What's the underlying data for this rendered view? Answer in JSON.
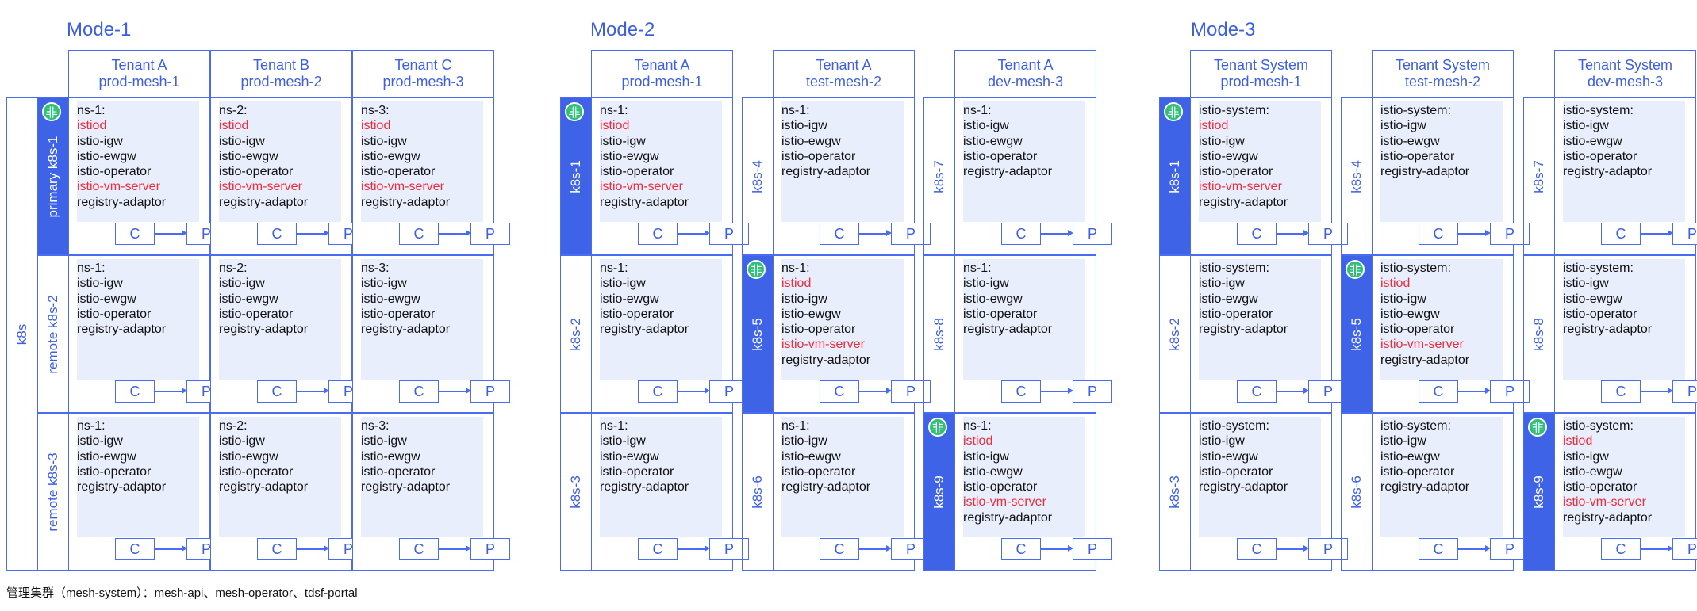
{
  "footer": "管理集群（mesh-system）：mesh-api、mesh-operator、tdsf-portal",
  "modes": [
    {
      "title": "Mode-1",
      "outer_label": "k8s",
      "headers": [
        {
          "l1": "Tenant A",
          "l2": "prod-mesh-1"
        },
        {
          "l1": "Tenant B",
          "l2": "prod-mesh-2"
        },
        {
          "l1": "Tenant C",
          "l2": "prod-mesh-3"
        }
      ],
      "rows": [
        {
          "label": "primary k8s-1",
          "filled": true,
          "badge": "⾮"
        },
        {
          "label": "remote k8s-2",
          "filled": false
        },
        {
          "label": "remote k8s-3",
          "filled": false
        }
      ],
      "cells": [
        [
          {
            "lines": [
              {
                "t": "ns-1:"
              },
              {
                "t": "istiod",
                "red": true
              },
              {
                "t": "istio-igw"
              },
              {
                "t": "istio-ewgw"
              },
              {
                "t": "istio-operator"
              },
              {
                "t": "istio-vm-server",
                "red": true
              },
              {
                "t": "registry-adaptor"
              }
            ]
          },
          {
            "lines": [
              {
                "t": "ns-2:"
              },
              {
                "t": "istiod",
                "red": true
              },
              {
                "t": "istio-igw"
              },
              {
                "t": "istio-ewgw"
              },
              {
                "t": "istio-operator"
              },
              {
                "t": "istio-vm-server",
                "red": true
              },
              {
                "t": "registry-adaptor"
              }
            ]
          },
          {
            "lines": [
              {
                "t": "ns-3:"
              },
              {
                "t": "istiod",
                "red": true
              },
              {
                "t": "istio-igw"
              },
              {
                "t": "istio-ewgw"
              },
              {
                "t": "istio-operator"
              },
              {
                "t": "istio-vm-server",
                "red": true
              },
              {
                "t": "registry-adaptor"
              }
            ]
          }
        ],
        [
          {
            "lines": [
              {
                "t": "ns-1:"
              },
              {
                "t": "istio-igw"
              },
              {
                "t": "istio-ewgw"
              },
              {
                "t": "istio-operator"
              },
              {
                "t": "registry-adaptor"
              }
            ]
          },
          {
            "lines": [
              {
                "t": "ns-2:"
              },
              {
                "t": "istio-igw"
              },
              {
                "t": "istio-ewgw"
              },
              {
                "t": "istio-operator"
              },
              {
                "t": "registry-adaptor"
              }
            ]
          },
          {
            "lines": [
              {
                "t": "ns-3:"
              },
              {
                "t": "istio-igw"
              },
              {
                "t": "istio-ewgw"
              },
              {
                "t": "istio-operator"
              },
              {
                "t": "registry-adaptor"
              }
            ]
          }
        ],
        [
          {
            "lines": [
              {
                "t": "ns-1:"
              },
              {
                "t": "istio-igw"
              },
              {
                "t": "istio-ewgw"
              },
              {
                "t": "istio-operator"
              },
              {
                "t": "registry-adaptor"
              }
            ]
          },
          {
            "lines": [
              {
                "t": "ns-2:"
              },
              {
                "t": "istio-igw"
              },
              {
                "t": "istio-ewgw"
              },
              {
                "t": "istio-operator"
              },
              {
                "t": "registry-adaptor"
              }
            ]
          },
          {
            "lines": [
              {
                "t": "ns-3:"
              },
              {
                "t": "istio-igw"
              },
              {
                "t": "istio-ewgw"
              },
              {
                "t": "istio-operator"
              },
              {
                "t": "registry-adaptor"
              }
            ]
          }
        ]
      ]
    },
    {
      "title": "Mode-2",
      "headers": [
        {
          "l1": "Tenant A",
          "l2": "prod-mesh-1"
        },
        {
          "l1": "Tenant A",
          "l2": "test-mesh-2"
        },
        {
          "l1": "Tenant A",
          "l2": "dev-mesh-3"
        }
      ],
      "side_labels": [
        [
          {
            "label": "k8s-1",
            "filled": true,
            "badge": "⾮"
          },
          {
            "label": "k8s-2",
            "filled": false
          },
          {
            "label": "k8s-3",
            "filled": false
          }
        ],
        [
          {
            "label": "k8s-4",
            "filled": false
          },
          {
            "label": "k8s-5",
            "filled": true,
            "badge": "⾮"
          },
          {
            "label": "k8s-6",
            "filled": false
          }
        ],
        [
          {
            "label": "k8s-7",
            "filled": false
          },
          {
            "label": "k8s-8",
            "filled": false
          },
          {
            "label": "k8s-9",
            "filled": true,
            "badge": "⾮"
          }
        ]
      ],
      "cells": [
        [
          {
            "lines": [
              {
                "t": "ns-1:"
              },
              {
                "t": "istiod",
                "red": true
              },
              {
                "t": "istio-igw"
              },
              {
                "t": "istio-ewgw"
              },
              {
                "t": "istio-operator"
              },
              {
                "t": "istio-vm-server",
                "red": true
              },
              {
                "t": "registry-adaptor"
              }
            ]
          },
          {
            "lines": [
              {
                "t": "ns-1:"
              },
              {
                "t": "istio-igw"
              },
              {
                "t": "istio-ewgw"
              },
              {
                "t": "istio-operator"
              },
              {
                "t": "registry-adaptor"
              }
            ]
          },
          {
            "lines": [
              {
                "t": "ns-1:"
              },
              {
                "t": "istio-igw"
              },
              {
                "t": "istio-ewgw"
              },
              {
                "t": "istio-operator"
              },
              {
                "t": "registry-adaptor"
              }
            ]
          }
        ],
        [
          {
            "lines": [
              {
                "t": "ns-1:"
              },
              {
                "t": "istio-igw"
              },
              {
                "t": "istio-ewgw"
              },
              {
                "t": "istio-operator"
              },
              {
                "t": "registry-adaptor"
              }
            ]
          },
          {
            "lines": [
              {
                "t": "ns-1:"
              },
              {
                "t": "istiod",
                "red": true
              },
              {
                "t": "istio-igw"
              },
              {
                "t": "istio-ewgw"
              },
              {
                "t": "istio-operator"
              },
              {
                "t": "istio-vm-server",
                "red": true
              },
              {
                "t": "registry-adaptor"
              }
            ]
          },
          {
            "lines": [
              {
                "t": "ns-1:"
              },
              {
                "t": "istio-igw"
              },
              {
                "t": "istio-ewgw"
              },
              {
                "t": "istio-operator"
              },
              {
                "t": "registry-adaptor"
              }
            ]
          }
        ],
        [
          {
            "lines": [
              {
                "t": "ns-1:"
              },
              {
                "t": "istio-igw"
              },
              {
                "t": "istio-ewgw"
              },
              {
                "t": "istio-operator"
              },
              {
                "t": "registry-adaptor"
              }
            ]
          },
          {
            "lines": [
              {
                "t": "ns-1:"
              },
              {
                "t": "istio-igw"
              },
              {
                "t": "istio-ewgw"
              },
              {
                "t": "istio-operator"
              },
              {
                "t": "registry-adaptor"
              }
            ]
          },
          {
            "lines": [
              {
                "t": "ns-1:"
              },
              {
                "t": "istiod",
                "red": true
              },
              {
                "t": "istio-igw"
              },
              {
                "t": "istio-ewgw"
              },
              {
                "t": "istio-operator"
              },
              {
                "t": "istio-vm-server",
                "red": true
              },
              {
                "t": "registry-adaptor"
              }
            ]
          }
        ]
      ]
    },
    {
      "title": "Mode-3",
      "headers": [
        {
          "l1": "Tenant System",
          "l2": "prod-mesh-1"
        },
        {
          "l1": "Tenant System",
          "l2": "test-mesh-2"
        },
        {
          "l1": "Tenant System",
          "l2": "dev-mesh-3"
        }
      ],
      "side_labels": [
        [
          {
            "label": "k8s-1",
            "filled": true,
            "badge": "⾮"
          },
          {
            "label": "k8s-2",
            "filled": false
          },
          {
            "label": "k8s-3",
            "filled": false
          }
        ],
        [
          {
            "label": "k8s-4",
            "filled": false
          },
          {
            "label": "k8s-5",
            "filled": true,
            "badge": "⾮"
          },
          {
            "label": "k8s-6",
            "filled": false
          }
        ],
        [
          {
            "label": "k8s-7",
            "filled": false
          },
          {
            "label": "k8s-8",
            "filled": false
          },
          {
            "label": "k8s-9",
            "filled": true,
            "badge": "⾮"
          }
        ]
      ],
      "cells": [
        [
          {
            "lines": [
              {
                "t": "istio-system:"
              },
              {
                "t": "istiod",
                "red": true
              },
              {
                "t": "istio-igw"
              },
              {
                "t": "istio-ewgw"
              },
              {
                "t": "istio-operator"
              },
              {
                "t": "istio-vm-server",
                "red": true
              },
              {
                "t": "registry-adaptor"
              }
            ]
          },
          {
            "lines": [
              {
                "t": "istio-system:"
              },
              {
                "t": "istio-igw"
              },
              {
                "t": "istio-ewgw"
              },
              {
                "t": "istio-operator"
              },
              {
                "t": "registry-adaptor"
              }
            ]
          },
          {
            "lines": [
              {
                "t": "istio-system:"
              },
              {
                "t": "istio-igw"
              },
              {
                "t": "istio-ewgw"
              },
              {
                "t": "istio-operator"
              },
              {
                "t": "registry-adaptor"
              }
            ]
          }
        ],
        [
          {
            "lines": [
              {
                "t": "istio-system:"
              },
              {
                "t": "istio-igw"
              },
              {
                "t": "istio-ewgw"
              },
              {
                "t": "istio-operator"
              },
              {
                "t": "registry-adaptor"
              }
            ]
          },
          {
            "lines": [
              {
                "t": "istio-system:"
              },
              {
                "t": "istiod",
                "red": true
              },
              {
                "t": "istio-igw"
              },
              {
                "t": "istio-ewgw"
              },
              {
                "t": "istio-operator"
              },
              {
                "t": "istio-vm-server",
                "red": true
              },
              {
                "t": "registry-adaptor"
              }
            ]
          },
          {
            "lines": [
              {
                "t": "istio-system:"
              },
              {
                "t": "istio-igw"
              },
              {
                "t": "istio-ewgw"
              },
              {
                "t": "istio-operator"
              },
              {
                "t": "registry-adaptor"
              }
            ]
          }
        ],
        [
          {
            "lines": [
              {
                "t": "istio-system:"
              },
              {
                "t": "istio-igw"
              },
              {
                "t": "istio-ewgw"
              },
              {
                "t": "istio-operator"
              },
              {
                "t": "registry-adaptor"
              }
            ]
          },
          {
            "lines": [
              {
                "t": "istio-system:"
              },
              {
                "t": "istio-igw"
              },
              {
                "t": "istio-ewgw"
              },
              {
                "t": "istio-operator"
              },
              {
                "t": "registry-adaptor"
              }
            ]
          },
          {
            "lines": [
              {
                "t": "istio-system:"
              },
              {
                "t": "istiod",
                "red": true
              },
              {
                "t": "istio-igw"
              },
              {
                "t": "istio-ewgw"
              },
              {
                "t": "istio-operator"
              },
              {
                "t": "istio-vm-server",
                "red": true
              },
              {
                "t": "registry-adaptor"
              }
            ]
          }
        ]
      ],
      "cp": {
        "c": "C",
        "p": "P"
      }
    }
  ],
  "cp": {
    "c": "C",
    "p": "P"
  }
}
